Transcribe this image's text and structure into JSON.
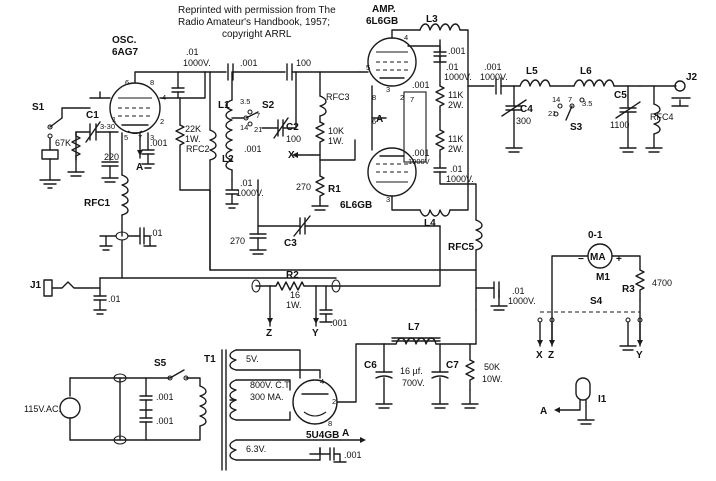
{
  "credit": {
    "line1": "Reprinted with permission from The",
    "line2": "Radio Amateur's Handbook, 1957;",
    "line3": "copyright ARRL"
  },
  "osc": {
    "title": "OSC.",
    "tube": "6AG7"
  },
  "amp": {
    "title": "AMP.",
    "tube_top": "6L6GB",
    "tube_bottom": "6L6GB"
  },
  "rect": {
    "tube": "5U4GB"
  },
  "labels": {
    "s1": "S1",
    "c1": "C1",
    "c1_val": "3-30",
    "r67k": "67K",
    "c220": "220",
    "rfc1": "RFC1",
    "c01_osc": ".01",
    "c001_osc": ".001",
    "c01_1000_top": ".01",
    "c01_1000_top_v": "1000V.",
    "c001_a": ".001",
    "c100": "100",
    "r22k": "22K",
    "r22k_w": "1W.",
    "rfc2": "RFC2",
    "l1": "L1",
    "l2": "L2",
    "s2": "S2",
    "c2": "C2",
    "c2_val": "100",
    "s2_35": "3.5",
    "s2_14": "14",
    "s2_7": "7",
    "s2_21": "21",
    "c01_mid": ".01",
    "c01_mid_v": "1000V.",
    "rfc3": "RFC3",
    "r10k": "10K",
    "r10k_w": "1W.",
    "r1": "R1",
    "r270": "270",
    "c270": "270",
    "c3": "C3",
    "l3": "L3",
    "c001_amp": ".001",
    "c01_amp": ".01",
    "c01_amp_v": "1000V.",
    "r11k_a": "11K",
    "r11k_a_w": "2W.",
    "r11k_b": "11K",
    "r11k_b_w": "2W.",
    "c001_amp2": ".001",
    "c001_amp3": ".001",
    "c001_amp3_v": "1000V",
    "c01_amp2": ".01",
    "c01_amp2_v": "1000V.",
    "l4": "L4",
    "c001_out": ".001",
    "c001_out_v": "1000V.",
    "c4": "C4",
    "c4_val": "300",
    "l5": "L5",
    "l6": "L6",
    "s3": "S3",
    "s3_14": "14",
    "s3_7": "7",
    "s3_35": "3.5",
    "s3_21": "21",
    "c5": "C5",
    "c5_val": "1100",
    "rfc4": "RFC4",
    "j2": "J2",
    "rfc5": "RFC5",
    "c01_rfc5": ".01",
    "c01_rfc5_v": "1000V.",
    "j1": "J1",
    "c01_j1": ".01",
    "r2": "R2",
    "r2_val": "16",
    "r2_w": "1W.",
    "c001_r2": ".001",
    "z": "Z",
    "y": "Y",
    "meter_range": "0-1",
    "meter": "MA",
    "m1": "M1",
    "r3": "R3",
    "r3_val": "4700",
    "s4": "S4",
    "x2": "X",
    "z2": "Z",
    "y2": "Y",
    "x_mid": "X",
    "a_mid": "A",
    "a_osc": "A",
    "s5": "S5",
    "t1": "T1",
    "ac": "115V.AC.",
    "c001_s5a": ".001",
    "c001_s5b": ".001",
    "t1_5v": "5V.",
    "t1_hv": "800V. C.T.",
    "t1_ma": "300 MA.",
    "t1_63": "6.3V.",
    "pin4": "4",
    "pin2": "2",
    "pin8": "8",
    "a_rect": "A",
    "c001_fil": ".001",
    "l7": "L7",
    "c6": "C6",
    "c7": "C7",
    "c16": "16 µf.",
    "c16_v": "700V.",
    "r50k": "50K",
    "r50k_w": "10W.",
    "i1": "I1",
    "a_i1": "A",
    "p6": "6",
    "p8": "8",
    "p1": "1",
    "p5": "5",
    "p3": "3",
    "p4": "4",
    "p7": "7",
    "p2": "2",
    "p3b": "3",
    "p6b": "6",
    "p8b": "8",
    "p4b": "4",
    "p5b": "5",
    "p7b": "7",
    "p2b": "2",
    "p3c": "3",
    "pin_a": "A",
    "plus": "+",
    "minus": "−",
    "c001_s2": ".001"
  }
}
